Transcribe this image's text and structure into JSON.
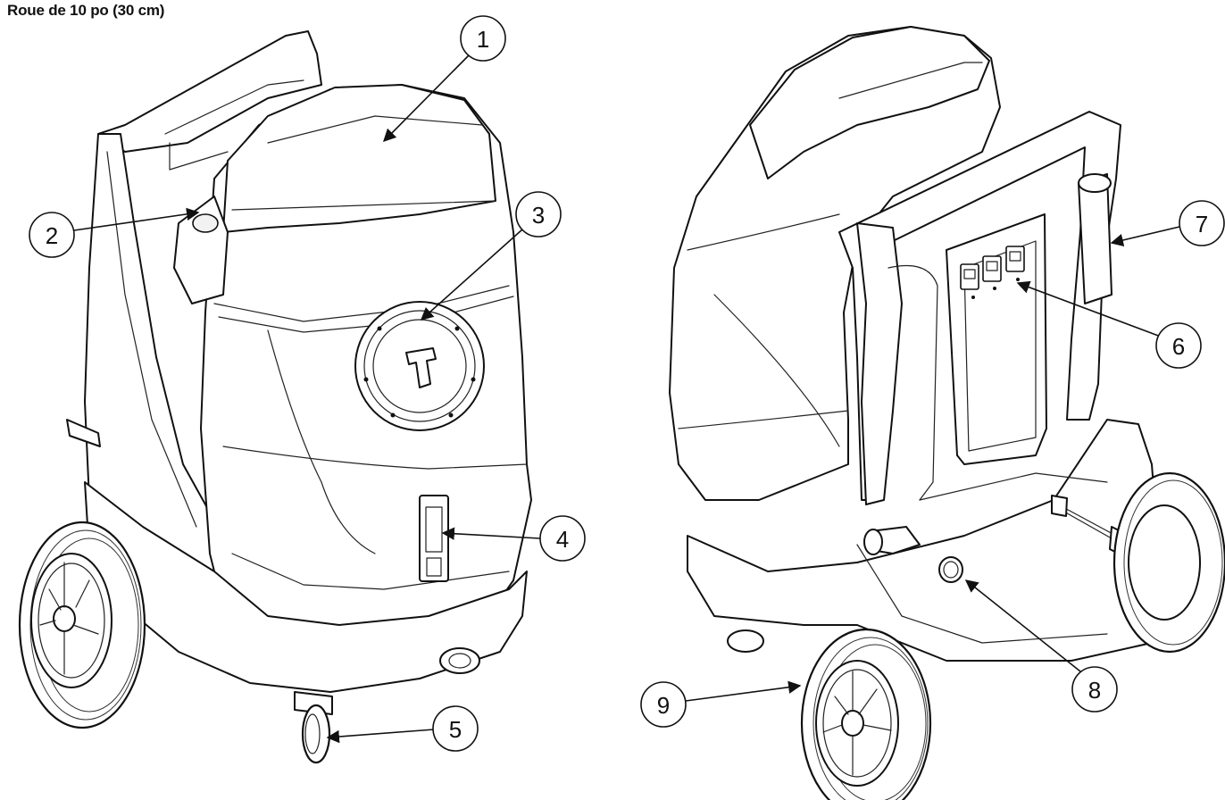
{
  "caption": "Roue de 10 po (30 cm)",
  "callouts": [
    {
      "label": "1"
    },
    {
      "label": "2"
    },
    {
      "label": "3"
    },
    {
      "label": "4"
    },
    {
      "label": "5"
    },
    {
      "label": "6"
    },
    {
      "label": "7"
    },
    {
      "label": "8"
    },
    {
      "label": "9"
    }
  ]
}
